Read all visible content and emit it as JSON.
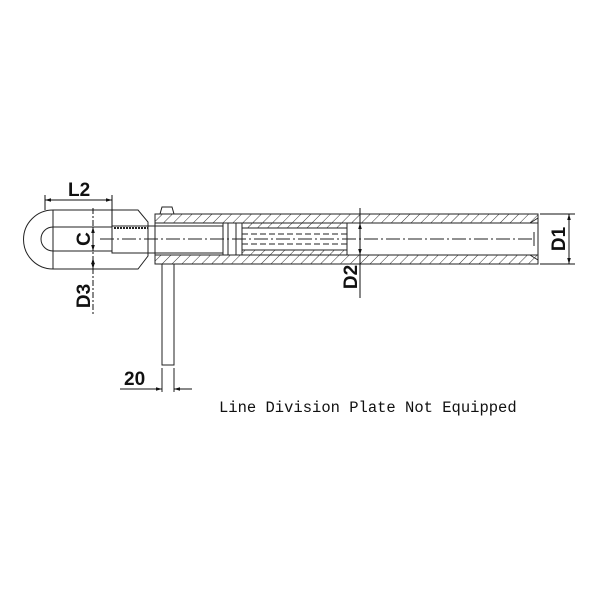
{
  "labels": {
    "l2": "L2",
    "c": "C",
    "d3": "D3",
    "d2": "D2",
    "d1": "D1",
    "pin_width": "20"
  },
  "note": "Line Division Plate Not Equipped",
  "colors": {
    "line": "#222222",
    "background": "#ffffff"
  }
}
